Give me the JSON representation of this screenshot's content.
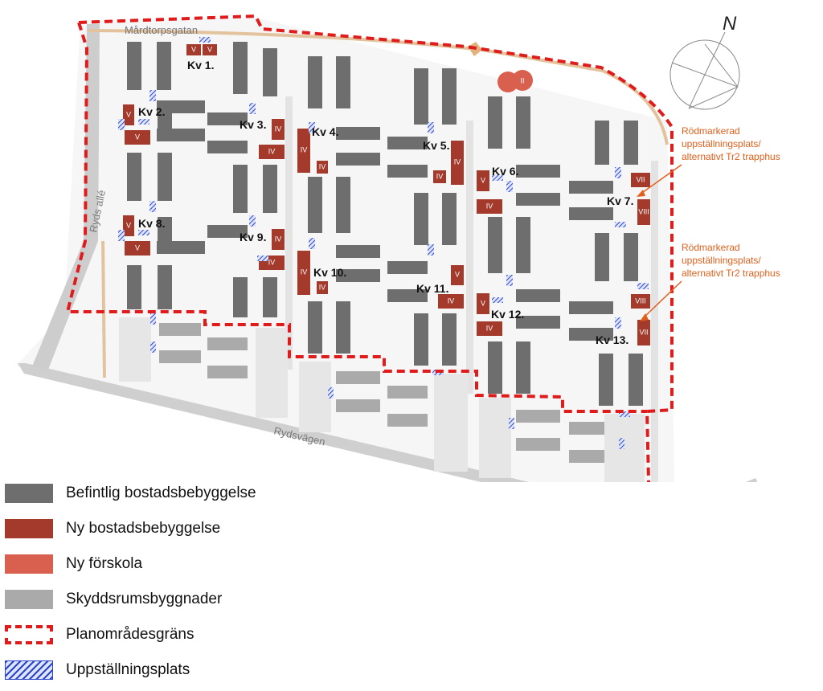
{
  "map": {
    "streets": {
      "top": "Mårdtorpsgatan",
      "left": "Ryds allé",
      "bottom": "Rydsvägen"
    },
    "north": "N",
    "blocks": [
      "Kv 1.",
      "Kv 2.",
      "Kv 3.",
      "Kv 4.",
      "Kv 5.",
      "Kv 6.",
      "Kv 7.",
      "Kv 8.",
      "Kv 9.",
      "Kv 10.",
      "Kv 11.",
      "Kv 12.",
      "Kv 13."
    ],
    "notes": [
      [
        "Rödmarkerad",
        "uppställningsplats/",
        "alternativt Tr2 trapphus"
      ],
      [
        "Rödmarkerad",
        "uppställningsplats/",
        "alternativt Tr2 trapphus"
      ]
    ],
    "colors": {
      "existing": "#6e6e6e",
      "new_housing": "#a33a2c",
      "new_preschool": "#d9604e",
      "shelter": "#aaaaaa",
      "boundary": "#e01b1b",
      "staging": "#2a45c8",
      "note": "#e0601c"
    }
  },
  "legend": [
    {
      "label": "Befintlig bostadsbebyggelse"
    },
    {
      "label": "Ny bostadsbebyggelse"
    },
    {
      "label": "Ny förskola"
    },
    {
      "label": "Skyddsrumsbyggnader"
    },
    {
      "label": "Planområdesgräns"
    },
    {
      "label": "Uppställningsplats"
    }
  ]
}
